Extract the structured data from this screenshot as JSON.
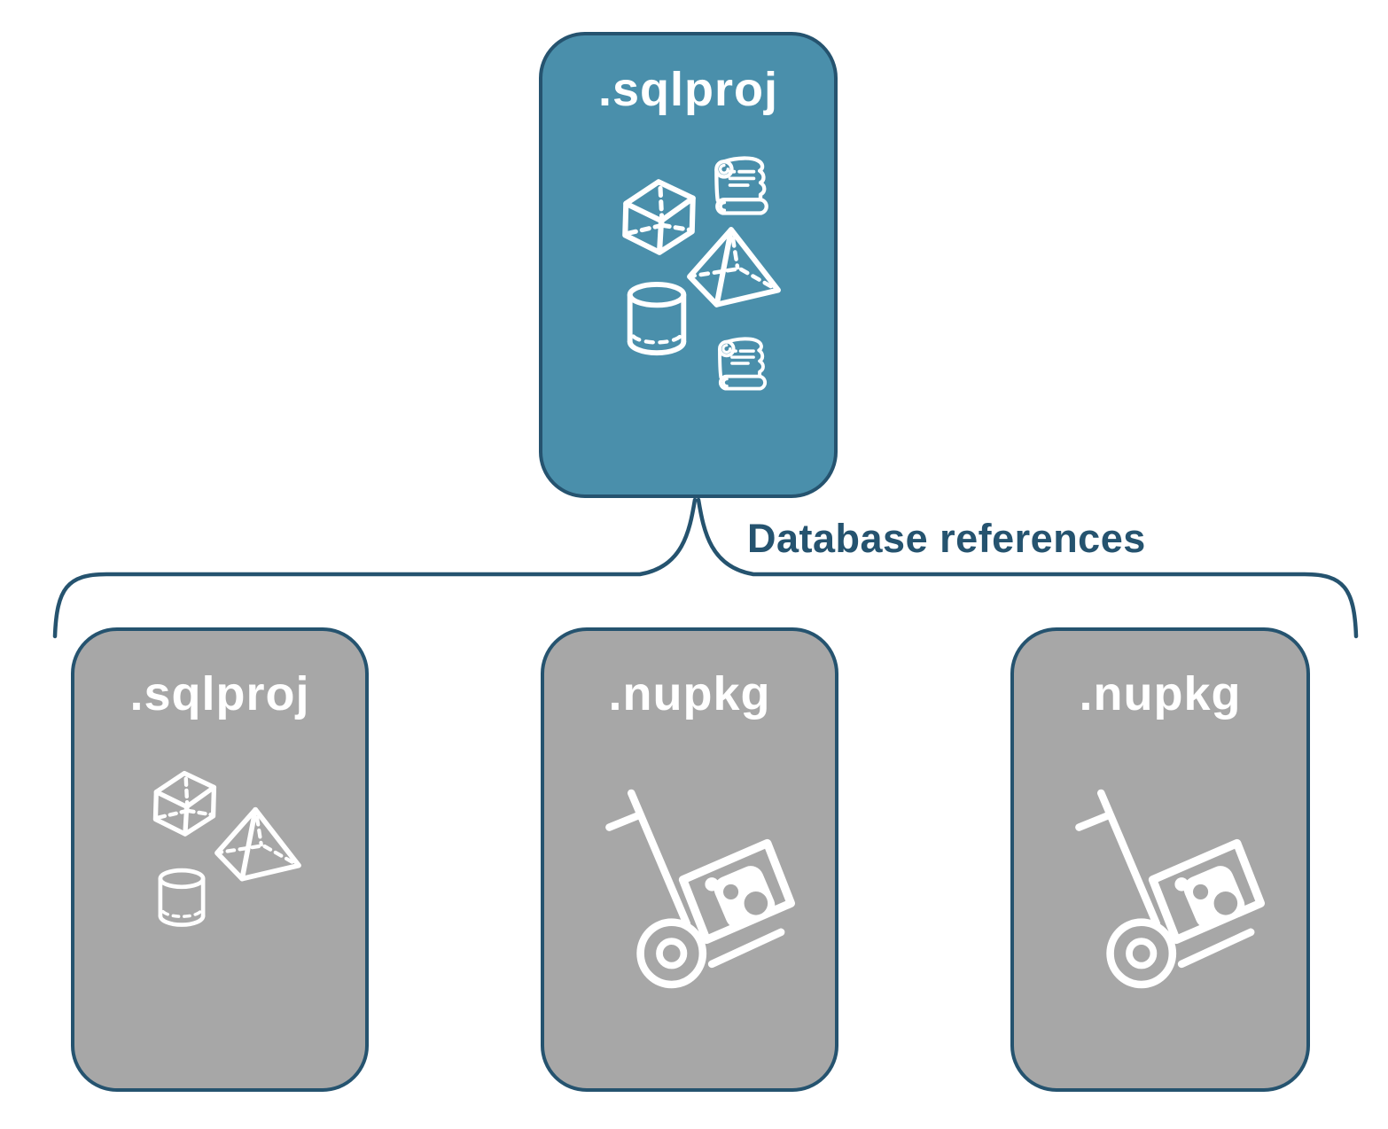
{
  "colors": {
    "accent_blue": "#4a8fab",
    "outline_navy": "#25536f",
    "card_gray": "#a7a7a7",
    "icon_white": "#ffffff",
    "background": "#ffffff"
  },
  "connector": {
    "type": "curly-brace",
    "label": "Database references"
  },
  "cards": [
    {
      "id": "main-sqlproj",
      "label": ".sqlproj",
      "variant": "blue",
      "icons": [
        "scroll-icon",
        "cube-icon",
        "pyramid-icon",
        "cylinder-icon",
        "scroll-icon"
      ]
    },
    {
      "id": "referenced-sqlproj",
      "label": ".sqlproj",
      "variant": "gray",
      "icons": [
        "cube-icon",
        "pyramid-icon",
        "cylinder-icon"
      ]
    },
    {
      "id": "referenced-nupkg-1",
      "label": ".nupkg",
      "variant": "gray",
      "icons": [
        "hand-truck-package-icon"
      ]
    },
    {
      "id": "referenced-nupkg-2",
      "label": ".nupkg",
      "variant": "gray",
      "icons": [
        "hand-truck-package-icon"
      ]
    }
  ]
}
